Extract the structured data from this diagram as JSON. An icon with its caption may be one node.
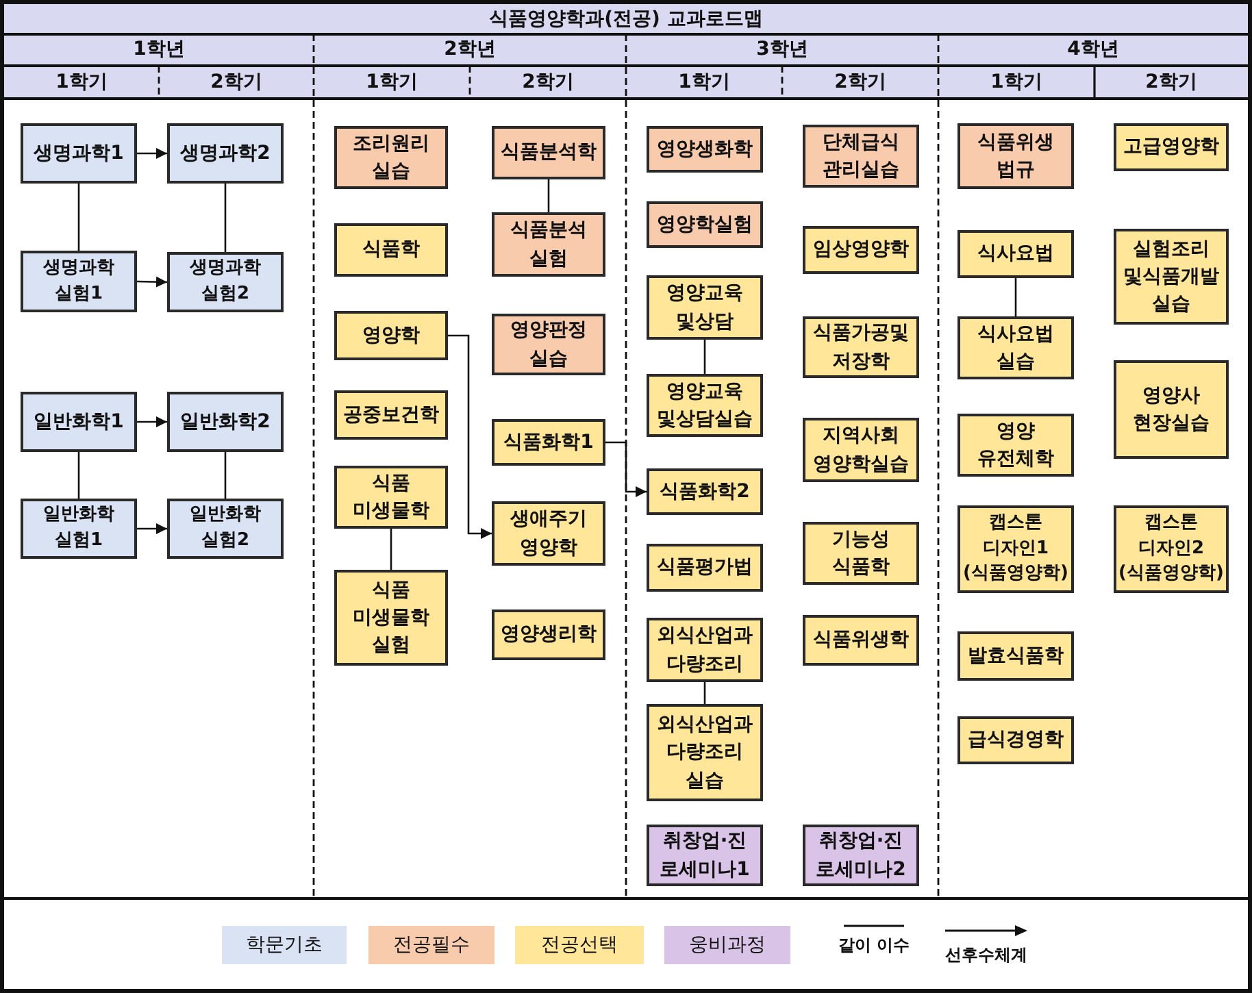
{
  "diagram": {
    "title": "식품영양학과(전공) 교과로드맵",
    "nodes": [
      {
        "text": [
          "생명과학1"
        ]
      },
      {
        "text": [
          "생명과학 실험1"
        ]
      },
      {
        "text": [
          "일반화학1"
        ]
      },
      {
        "text": [
          "일반화학 실험1"
        ]
      },
      {
        "text": [
          "생명과학2"
        ]
      },
      {
        "text": [
          "생명과학 실험2"
        ]
      },
      {
        "text": [
          "일반화학2"
        ]
      },
      {
        "text": [
          "일반화학 실험2"
        ]
      },
      {
        "text": [
          "조리원리 실습"
        ]
      },
      {
        "text": [
          "식품학"
        ]
      },
      {
        "text": [
          "영양학"
        ]
      },
      {
        "text": [
          "공중보건학"
        ]
      },
      {
        "text": [
          "식품 미생물학"
        ]
      },
      {
        "text": [
          "식품 미생물학 실험"
        ]
      },
      {
        "text": [
          "식품분석학"
        ]
      },
      {
        "text": [
          "식품분석 실험"
        ]
      },
      {
        "text": [
          "영양판정 실습"
        ]
      },
      {
        "text": [
          "식품화학1"
        ]
      },
      {
        "text": [
          "생애주기 영양학"
        ]
      },
      {
        "text": [
          "영양생리학"
        ]
      },
      {
        "text": [
          "영양생화학"
        ]
      },
      {
        "text": [
          "영양학실험"
        ]
      },
      {
        "text": [
          "영양교육 및상담"
        ]
      },
      {
        "text": [
          "영양교육 및상담실습"
        ]
      },
      {
        "text": [
          "식품화학2"
        ]
      },
      {
        "text": [
          "식품평가법"
        ]
      },
      {
        "text": [
          "외식산업과 다량조리"
        ]
      },
      {
        "text": [
          "외식산업과 다량조리 실습"
        ]
      },
      {
        "text": [
          "취창업·진로세미나1"
        ]
      },
      {
        "text": [
          "단체급식 관리실습"
        ]
      },
      {
        "text": [
          "임상영양학"
        ]
      },
      {
        "text": [
          "식품가공및 저장학"
        ]
      },
      {
        "text": [
          "지역사회 영양학실습"
        ]
      },
      {
        "text": [
          "기능성 식품학"
        ]
      },
      {
        "text": [
          "식품위생학"
        ]
      },
      {
        "text": [
          "취창업·진로세미나2"
        ]
      },
      {
        "text": [
          "식품위생 법규"
        ]
      },
      {
        "text": [
          "식사요법"
        ]
      },
      {
        "text": [
          "식사요법 실습"
        ]
      },
      {
        "text": [
          "영양 유전체학"
        ]
      },
      {
        "text": [
          "캡스톤 디자인1 (식품영양학)"
        ]
      },
      {
        "text": [
          "발효식품학"
        ]
      },
      {
        "text": [
          "급식경영학"
        ]
      },
      {
        "text": [
          "고급영양학"
        ]
      },
      {
        "text": [
          "실험조리 및식품개발 실습"
        ]
      },
      {
        "text": [
          "영양사 현장실습"
        ]
      },
      {
        "text": [
          "캡스톤 디자인2 (식품영양학)"
        ]
      }
    ],
    "edges": [
      {
        "from": 0,
        "to": 4,
        "arrow": "to"
      },
      {
        "from": 0,
        "to": 1,
        "arrow": "none"
      },
      {
        "from": 1,
        "to": 5,
        "arrow": "to"
      },
      {
        "from": 4,
        "to": 5,
        "arrow": "none"
      },
      {
        "from": 2,
        "to": 6,
        "arrow": "to"
      },
      {
        "from": 2,
        "to": 3,
        "arrow": "none"
      },
      {
        "from": 3,
        "to": 7,
        "arrow": "to"
      },
      {
        "from": 6,
        "to": 7,
        "arrow": "none"
      },
      {
        "from": 14,
        "to": 15,
        "arrow": "none"
      },
      {
        "from": 10,
        "to": 18,
        "arrow": "to"
      },
      {
        "from": 12,
        "to": 13,
        "arrow": "none"
      },
      {
        "from": 17,
        "to": 24,
        "arrow": "to"
      },
      {
        "from": 22,
        "to": 23,
        "arrow": "none"
      },
      {
        "from": 26,
        "to": 27,
        "arrow": "none"
      },
      {
        "from": 37,
        "to": 38,
        "arrow": "none"
      }
    ],
    "labels": [
      "1학년",
      "2학년",
      "3학년",
      "4학년",
      "1학기",
      "2학기",
      "1학기",
      "2학기",
      "1학기",
      "2학기",
      "1학기",
      "2학기"
    ],
    "legend": [
      {
        "text": "학문기초",
        "color": "#dae3f3"
      },
      {
        "text": "전공필수",
        "color": "#f8cbad"
      },
      {
        "text": "전공선택",
        "color": "#ffe699"
      },
      {
        "text": "웅비과정",
        "color": "#d9c3e6"
      },
      {
        "text": "같이 이수"
      },
      {
        "text": "선후수체계"
      }
    ]
  }
}
